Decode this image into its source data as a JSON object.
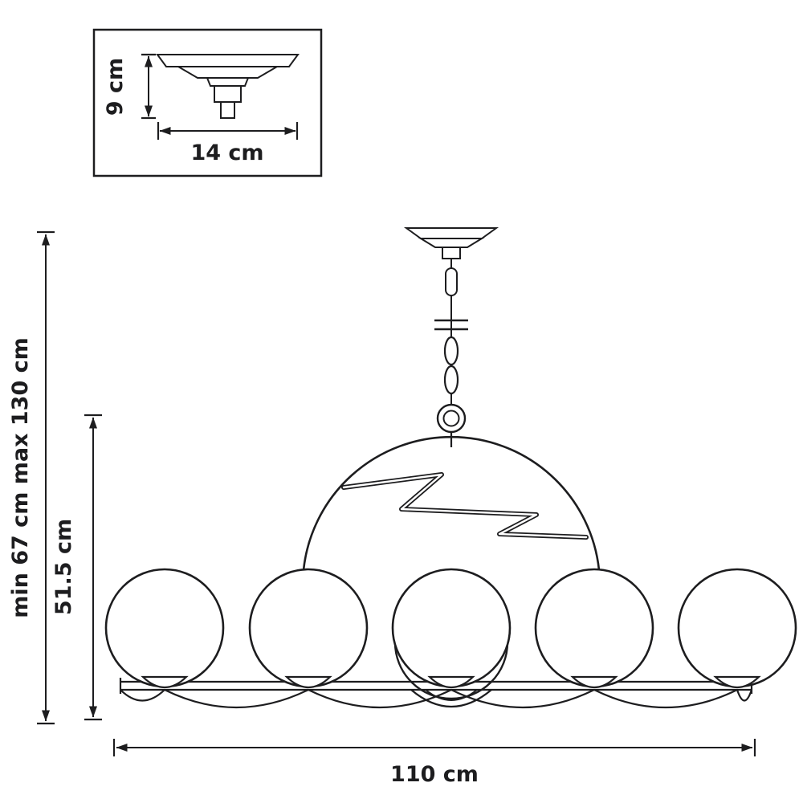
{
  "labels": {
    "overall_height": "min 67 cm max 130 cm",
    "body_height": "51.5 cm",
    "total_width": "110 cm",
    "canopy_height": "9 cm",
    "canopy_width": "14 cm"
  },
  "colors": {
    "line": "#1d1d1f",
    "background": "#ffffff"
  }
}
